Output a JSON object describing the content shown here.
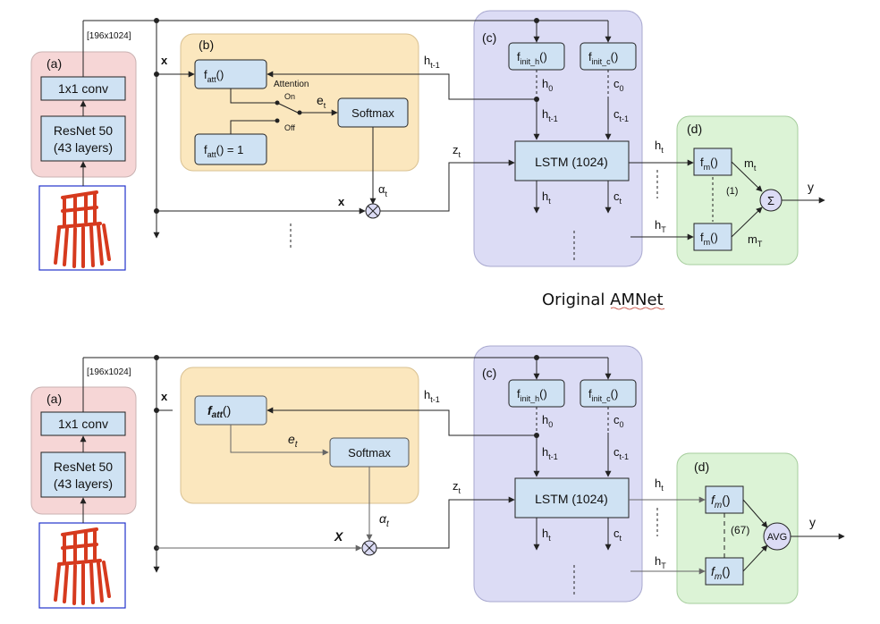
{
  "colors": {
    "panel_a": "#f6d6d6",
    "panel_b": "#fbe7be",
    "panel_c": "#dcdcf5",
    "panel_d": "#dcf3d6",
    "box": "#cfe2f3",
    "chair": "#d63a1e",
    "frame": "#2233cc"
  },
  "icons": [
    "chair-image-icon",
    "multiply-circle-icon",
    "switch-icon"
  ],
  "caption": "Original AMNet",
  "original": {
    "panel_a": {
      "label": "(a)",
      "conv": "1x1 conv",
      "resnet_1": "ResNet 50",
      "resnet_2": "(43 layers)",
      "dim": "[196x1024]"
    },
    "panel_b": {
      "label": "(b)",
      "fatt": "f",
      "fatt_sub": "att",
      "fatt_suffix": "()",
      "fatt1": "f",
      "fatt1_sub": "att",
      "fatt1_suffix": "() = 1",
      "attention": "Attention",
      "on": "On",
      "off": "Off",
      "et": "e",
      "et_sub": "t",
      "softmax": "Softmax"
    },
    "panel_c": {
      "label": "(c)",
      "finit_h": "f",
      "finit_h_sub": "init_h",
      "finit_c": "f",
      "finit_c_sub": "init_c",
      "paren": "()",
      "h0": "h",
      "h0_sub": "0",
      "c0": "c",
      "c0_sub": "0",
      "ht1": "h",
      "ht1_sub": "t-1",
      "ct1": "c",
      "ct1_sub": "t-1",
      "lstm": "LSTM (1024)",
      "ht": "h",
      "ht_sub": "t",
      "ct": "c",
      "ct_sub": "t"
    },
    "panel_d": {
      "label": "(d)",
      "fm": "f",
      "fm_sub": "m",
      "paren": "()",
      "mt": "m",
      "mt_sub": "t",
      "mT": "m",
      "mT_sub": "T",
      "eq": "(1)",
      "sum": "Σ"
    },
    "signals": {
      "x": "x",
      "x2": "x",
      "ht1": "h",
      "ht1_sub": "t-1",
      "zt": "z",
      "zt_sub": "t",
      "alpha": "α",
      "alpha_sub": "t",
      "ht": "h",
      "ht_sub": "t",
      "hT": "h",
      "hT_sub": "T",
      "y": "y"
    }
  },
  "modified": {
    "panel_a": {
      "label": "(a)",
      "conv": "1x1 conv",
      "resnet_1": "ResNet 50",
      "resnet_2": "(43 layers)",
      "dim": "[196x1024]"
    },
    "panel_b": {
      "fatt": "f",
      "fatt_sub": "att",
      "fatt_suffix": "()",
      "et": "e",
      "et_sub": "t",
      "softmax": "Softmax"
    },
    "panel_c": {
      "label": "(c)",
      "finit_h": "f",
      "finit_h_sub": "init_h",
      "finit_c": "f",
      "finit_c_sub": "init_c",
      "paren": "()",
      "h0": "h",
      "h0_sub": "0",
      "c0": "c",
      "c0_sub": "0",
      "ht1": "h",
      "ht1_sub": "t-1",
      "ct1": "c",
      "ct1_sub": "t-1",
      "lstm": "LSTM (1024)",
      "ht": "h",
      "ht_sub": "t",
      "ct": "c",
      "ct_sub": "t"
    },
    "panel_d": {
      "label": "(d)",
      "fm": "f",
      "fm_sub": "m",
      "paren": "()",
      "eq": "(67)",
      "avg": "AVG"
    },
    "signals": {
      "x": "x",
      "x2": "X",
      "ht1": "h",
      "ht1_sub": "t-1",
      "zt": "z",
      "zt_sub": "t",
      "alpha": "α",
      "alpha_sub": "t",
      "ht": "h",
      "ht_sub": "t",
      "hT": "h",
      "hT_sub": "T",
      "y": "y"
    }
  }
}
